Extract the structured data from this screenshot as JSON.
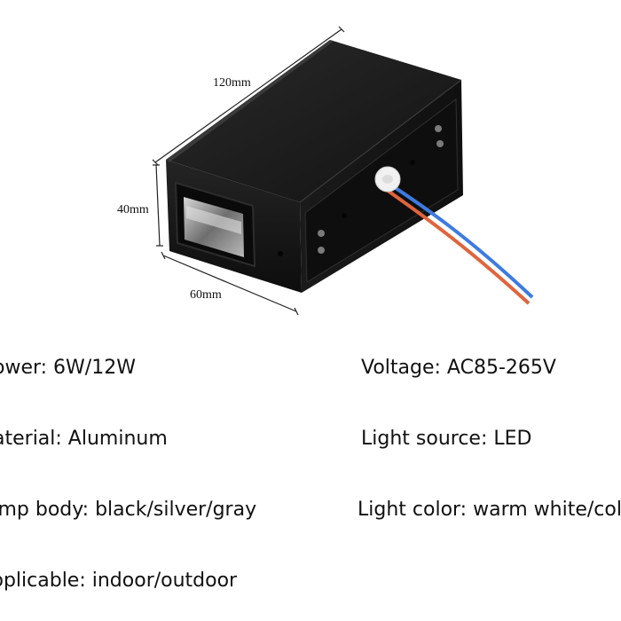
{
  "dimensions": {
    "length": "120mm",
    "height": "40mm",
    "width": "60mm"
  },
  "specs": {
    "power": "ower: 6W/12W",
    "material": "aterial: Aluminum",
    "lamp_body": "amp body: black/silver/gray",
    "applicable": "pplicable: indoor/outdoor",
    "voltage": "Voltage: AC85-265V",
    "light_source": "Light source: LED",
    "light_color": "Light color: warm white/cold"
  },
  "colors": {
    "housing": "#1c1c1c",
    "wire_red": "#e0643c",
    "wire_blue": "#3d7be0"
  }
}
